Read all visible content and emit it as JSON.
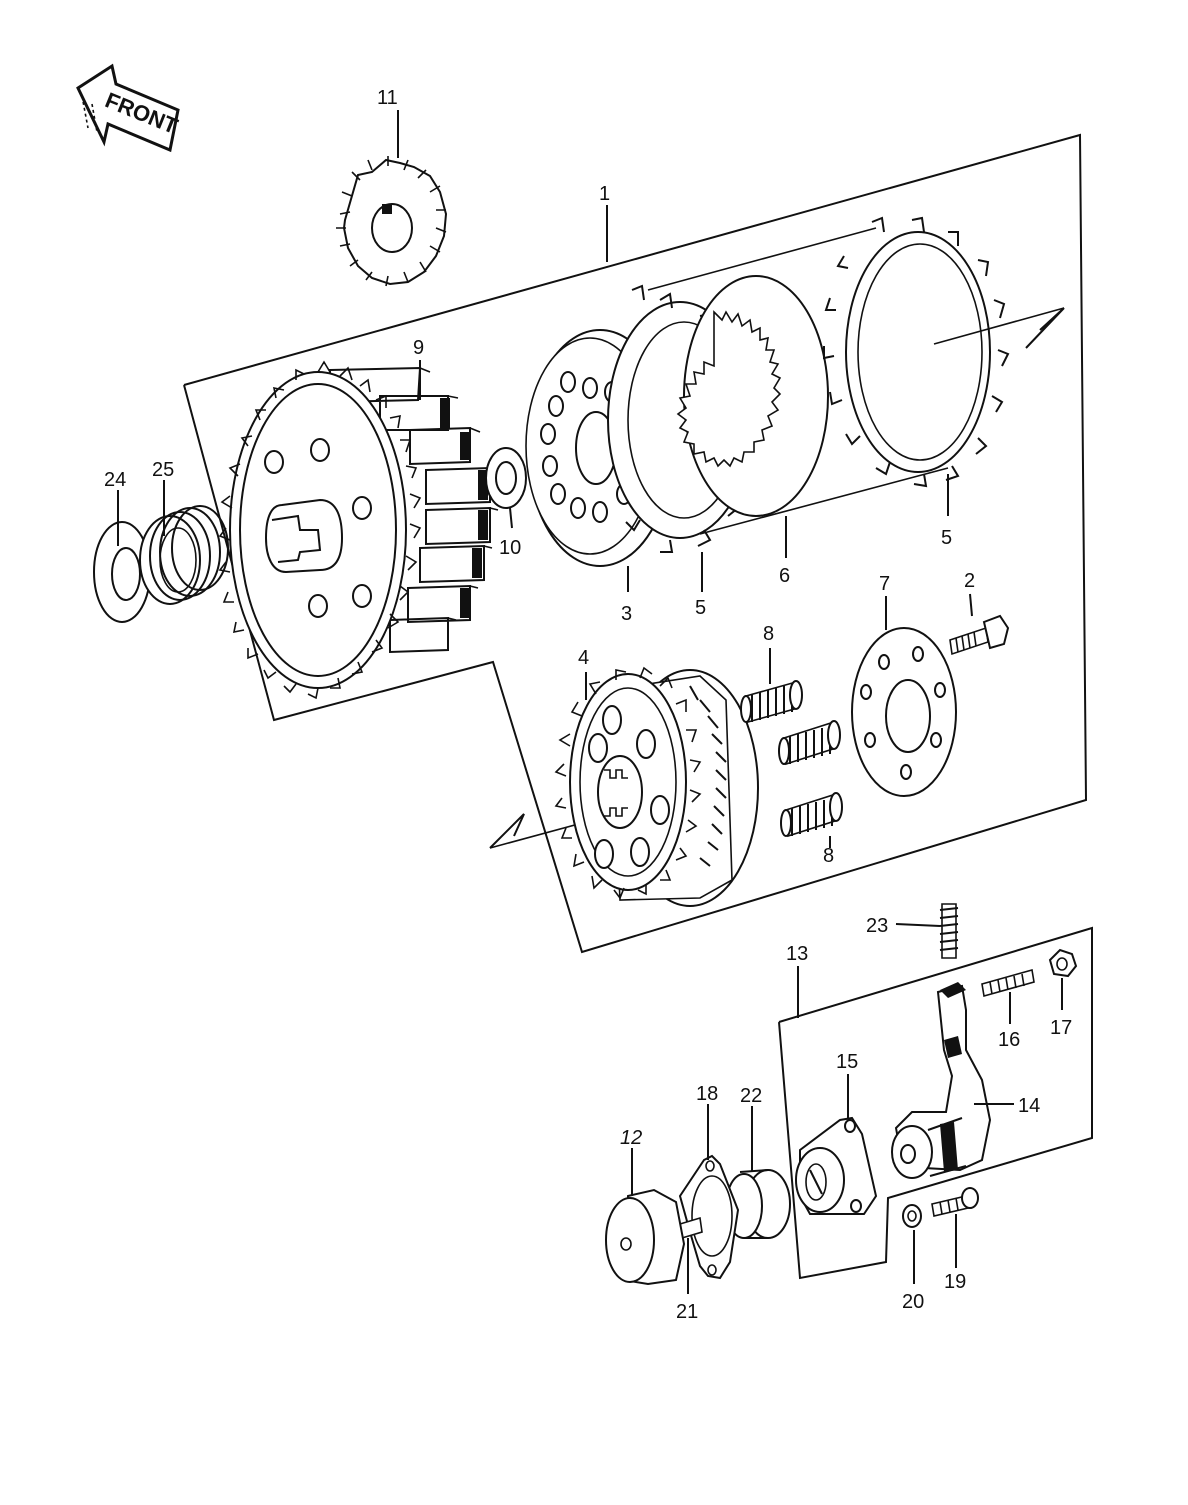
{
  "front_arrow": {
    "text": "FRONT"
  },
  "callouts": [
    {
      "id": "c1",
      "text": "1"
    },
    {
      "id": "c2",
      "text": "2"
    },
    {
      "id": "c3",
      "text": "3"
    },
    {
      "id": "c4",
      "text": "4"
    },
    {
      "id": "c5a",
      "text": "5"
    },
    {
      "id": "c5b",
      "text": "5"
    },
    {
      "id": "c6",
      "text": "6"
    },
    {
      "id": "c7",
      "text": "7"
    },
    {
      "id": "c8a",
      "text": "8"
    },
    {
      "id": "c8b",
      "text": "8"
    },
    {
      "id": "c9",
      "text": "9"
    },
    {
      "id": "c10",
      "text": "10"
    },
    {
      "id": "c11",
      "text": "11"
    },
    {
      "id": "c12",
      "text": "12"
    },
    {
      "id": "c13",
      "text": "13"
    },
    {
      "id": "c14",
      "text": "14"
    },
    {
      "id": "c15",
      "text": "15"
    },
    {
      "id": "c16",
      "text": "16"
    },
    {
      "id": "c17",
      "text": "17"
    },
    {
      "id": "c18",
      "text": "18"
    },
    {
      "id": "c19",
      "text": "19"
    },
    {
      "id": "c20",
      "text": "20"
    },
    {
      "id": "c21",
      "text": "21"
    },
    {
      "id": "c22",
      "text": "22"
    },
    {
      "id": "c23",
      "text": "23"
    },
    {
      "id": "c24",
      "text": "24"
    },
    {
      "id": "c25",
      "text": "25"
    }
  ],
  "colors": {
    "ink": "#111111",
    "paper": "#ffffff"
  }
}
